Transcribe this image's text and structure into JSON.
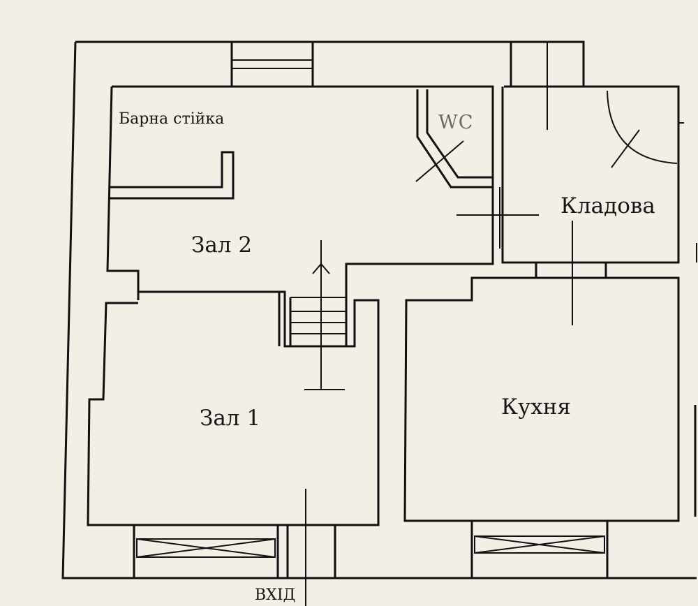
{
  "floor_plan": {
    "rooms": {
      "bar_counter": "Барна стійка",
      "wc": "WC",
      "storage": "Кладова",
      "hall_2": "Зал 2",
      "hall_1": "Зал 1",
      "kitchen": "Кухня"
    },
    "entrance": "ВХІД"
  },
  "colors": {
    "background": "#f3efe7",
    "line": "#111111",
    "wc_label": "#6a6a6a"
  }
}
